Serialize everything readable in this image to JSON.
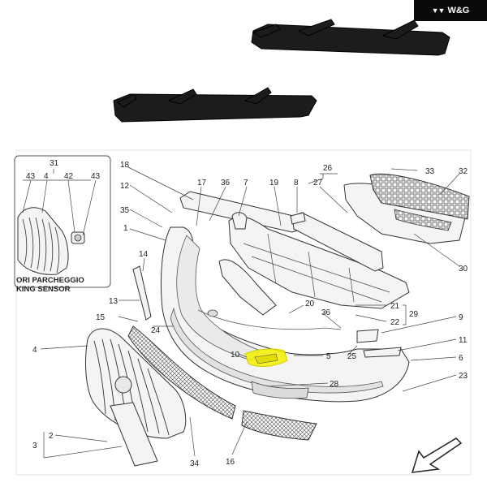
{
  "logo": {
    "text": "W&G",
    "mark": "▼▼"
  },
  "inset": {
    "number": "31",
    "caption_line1": "ORI PARCHEGGIO",
    "caption_line2": "KING SENSOR",
    "callouts": [
      "43",
      "4",
      "42",
      "43"
    ]
  },
  "highlight": {
    "number": "10",
    "color": "#f5f000"
  },
  "callouts": [
    {
      "id": "18",
      "label": "18"
    },
    {
      "id": "17",
      "label": "17"
    },
    {
      "id": "36a",
      "label": "36"
    },
    {
      "id": "7",
      "label": "7"
    },
    {
      "id": "19",
      "label": "19"
    },
    {
      "id": "8",
      "label": "8"
    },
    {
      "id": "26",
      "label": "26"
    },
    {
      "id": "27",
      "label": "27"
    },
    {
      "id": "33",
      "label": "33"
    },
    {
      "id": "32",
      "label": "32"
    },
    {
      "id": "12",
      "label": "12"
    },
    {
      "id": "35",
      "label": "35"
    },
    {
      "id": "1",
      "label": "1"
    },
    {
      "id": "14",
      "label": "14"
    },
    {
      "id": "13",
      "label": "13"
    },
    {
      "id": "15",
      "label": "15"
    },
    {
      "id": "24",
      "label": "24"
    },
    {
      "id": "4",
      "label": "4"
    },
    {
      "id": "20",
      "label": "20"
    },
    {
      "id": "36b",
      "label": "36"
    },
    {
      "id": "21",
      "label": "21"
    },
    {
      "id": "22",
      "label": "22"
    },
    {
      "id": "29",
      "label": "29"
    },
    {
      "id": "9",
      "label": "9"
    },
    {
      "id": "30",
      "label": "30"
    },
    {
      "id": "5",
      "label": "5"
    },
    {
      "id": "25",
      "label": "25"
    },
    {
      "id": "11",
      "label": "11"
    },
    {
      "id": "6",
      "label": "6"
    },
    {
      "id": "23",
      "label": "23"
    },
    {
      "id": "28",
      "label": "28"
    },
    {
      "id": "2",
      "label": "2"
    },
    {
      "id": "3",
      "label": "3"
    },
    {
      "id": "34",
      "label": "34"
    },
    {
      "id": "16",
      "label": "16"
    }
  ]
}
